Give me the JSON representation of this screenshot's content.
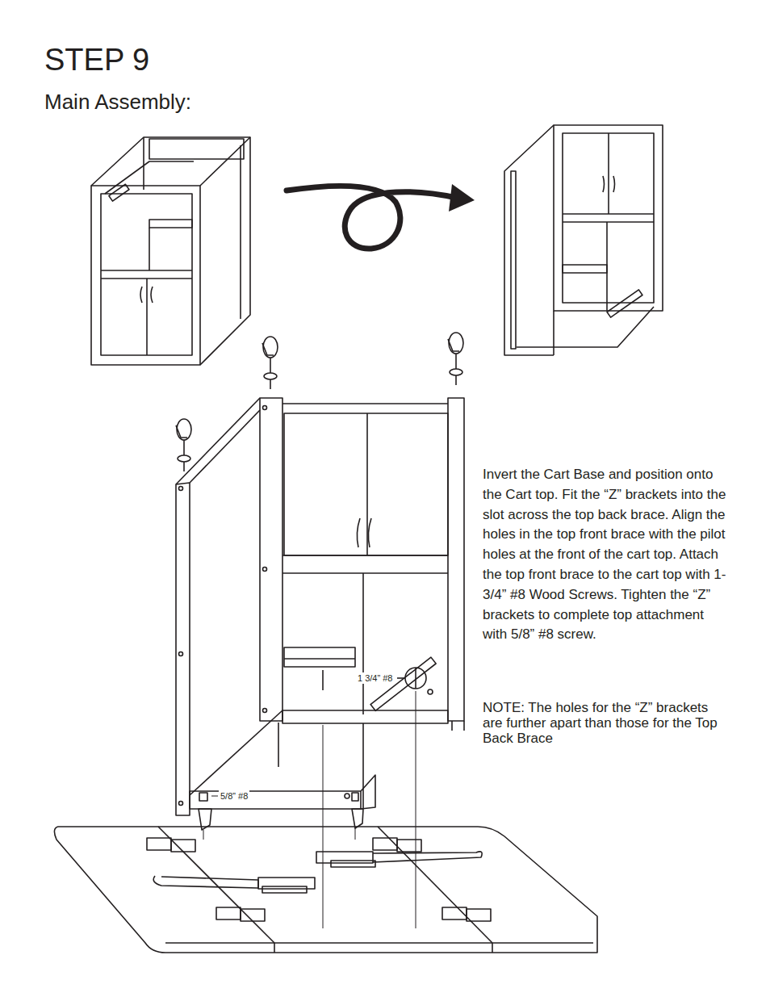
{
  "diagram": {
    "title": "STEP 9",
    "labels": [
      "Main Assembly:",
      "Invert the Cart Base and position onto the Cart top. Fit the “Z” brackets into the slot across the top back brace. Align the holes in the top front brace with the pilot holes at the front of the cart top. Attach the top front brace to the cart top with 1-3/4” #8 Wood Screws. Tighten the “Z” brackets to complete top attachment with 5/8” #8 screw.",
      "NOTE: The holes for the “Z” brackets are further apart than those for the Top Back Brace",
      "1 3/4” #8",
      "5/8” #8"
    ]
  }
}
